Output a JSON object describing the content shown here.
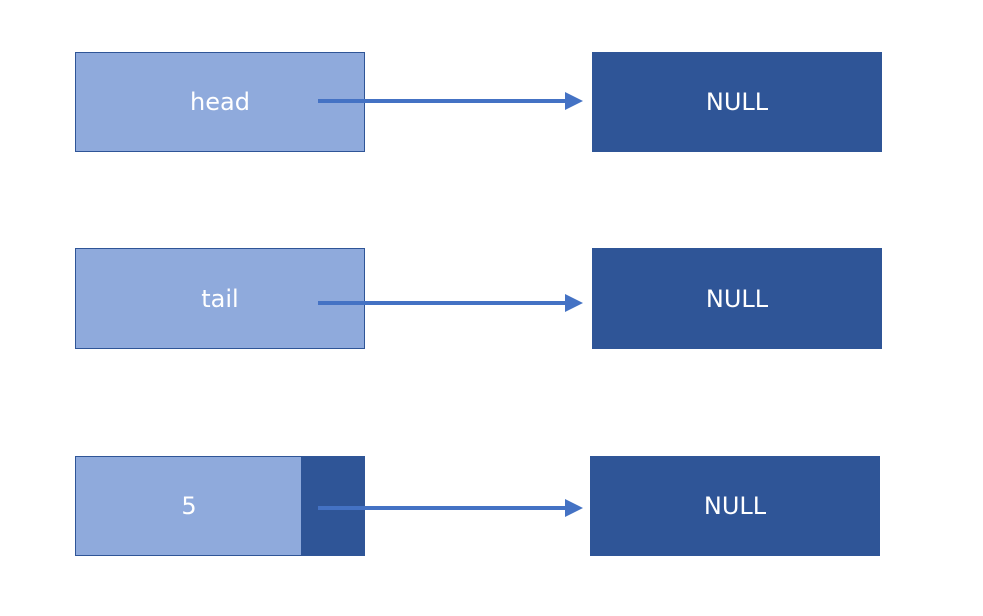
{
  "row_head": {
    "pointer_label": "head",
    "target_label": "NULL"
  },
  "row_tail": {
    "pointer_label": "tail",
    "target_label": "NULL"
  },
  "row_node": {
    "data_value": "5",
    "target_label": "NULL"
  },
  "colors": {
    "light_fill": "#8faadc",
    "dark_fill": "#2f5597",
    "arrow": "#4472c4",
    "text": "#ffffff"
  }
}
